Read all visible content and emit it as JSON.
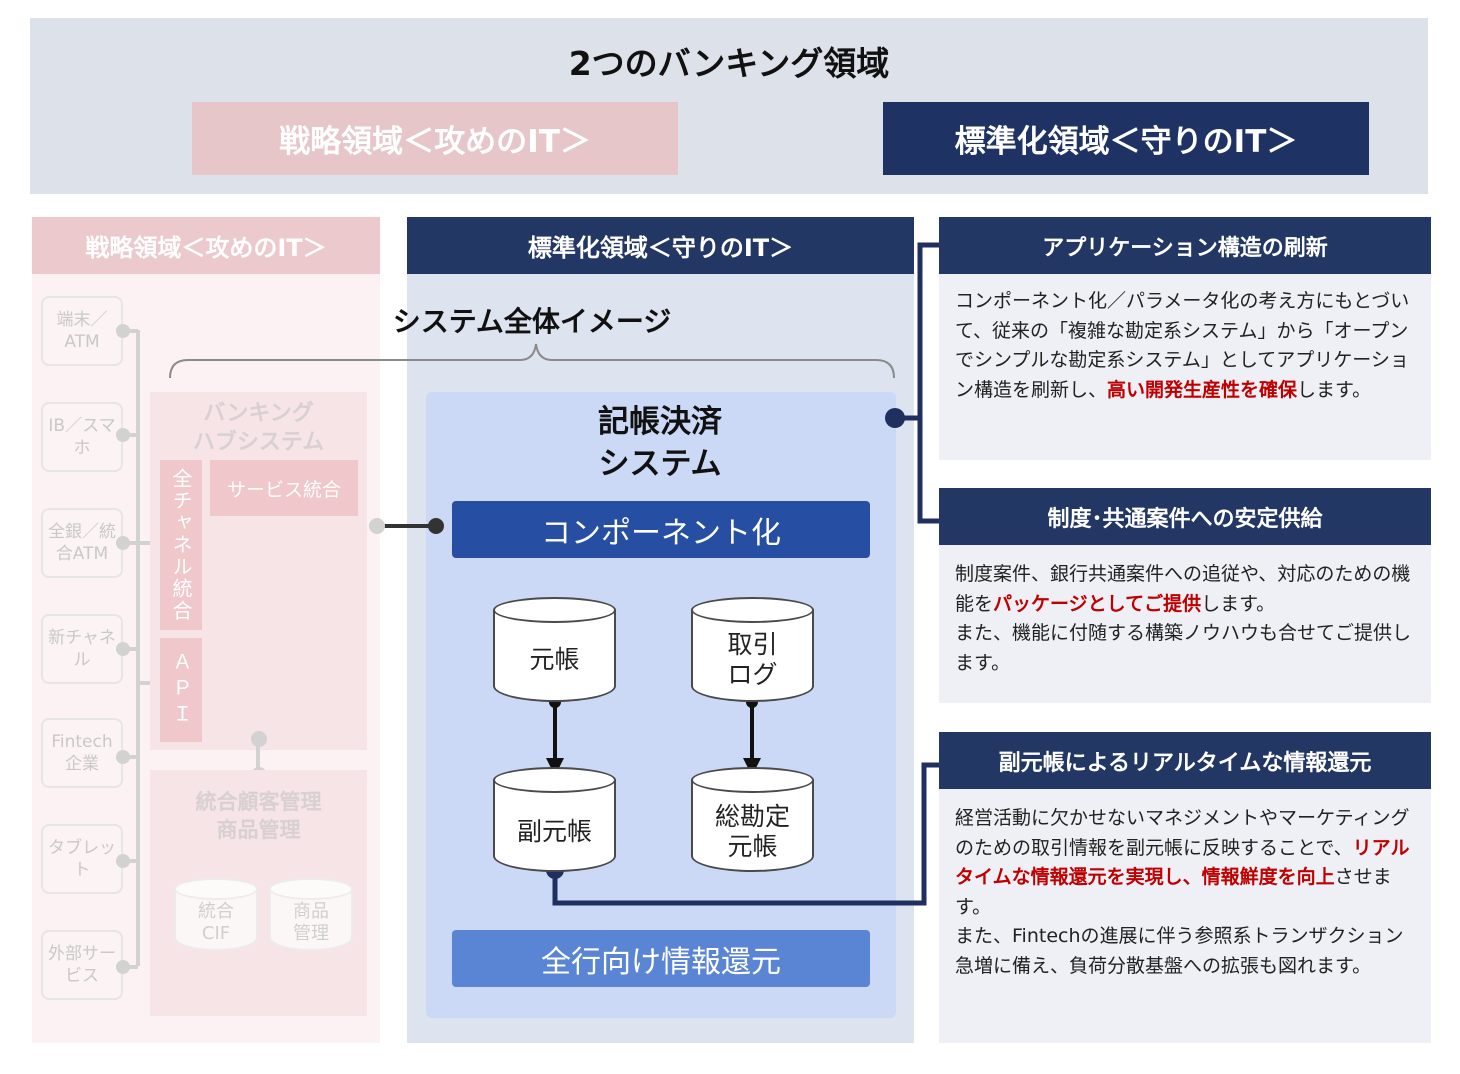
{
  "header": {
    "title": "2つのバンキング領域",
    "strategic_label": "戦略領域＜攻めのIT＞",
    "standard_label": "標準化領域＜守りのIT＞"
  },
  "left_panel": {
    "header": "戦略領域＜攻めのIT＞",
    "channels": [
      "端末／ATM",
      "IB／スマホ",
      "全銀／統合ATM",
      "新チャネル",
      "Fintech企業",
      "タブレット",
      "外部サービス"
    ],
    "hub_title_line1": "バンキング",
    "hub_title_line2": "ハブシステム",
    "all_channel": "全チャネル統合",
    "api": "ＡＰＩ",
    "service_integration": "サービス統合",
    "crm_line1": "統合顧客管理",
    "crm_line2": "商品管理",
    "db_cif_line1": "統合",
    "db_cif_line2": "CIF",
    "db_product_line1": "商品",
    "db_product_line2": "管理"
  },
  "middle_panel": {
    "header": "標準化領域＜守りのIT＞",
    "system_image_title": "システム全体イメージ",
    "settlement_line1": "記帳決済",
    "settlement_line2": "システム",
    "component": "コンポーネント化",
    "ledger": "元帳",
    "trade_log_line1": "取引",
    "trade_log_line2": "ログ",
    "sub_ledger": "副元帳",
    "general_ledger_line1": "総勘定",
    "general_ledger_line2": "元帳",
    "info_return": "全行向け情報還元"
  },
  "right_panel": {
    "s1_title": "アプリケーション構造の刷新",
    "s1_text_a": "コンポーネント化／パラメータ化の考え方にもとづいて、従来の「複雑な勘定系システム」から「オープンでシンプルな勘定系システム」としてアプリケーション構造を刷新し、",
    "s1_text_red": "高い開発生産性を確保",
    "s1_text_b": "します。",
    "s2_title": "制度･共通案件への安定供給",
    "s2_text_a": "制度案件、銀行共通案件への追従や、対応のための機能を",
    "s2_text_red": "パッケージとしてご提供",
    "s2_text_b": "します。",
    "s2_text_c": "また、機能に付随する構築ノウハウも合せてご提供します。",
    "s3_title": "副元帳によるリアルタイムな情報還元",
    "s3_text_a": "経営活動に欠かせないマネジメントやマーケティングのための取引情報を副元帳に反映することで、",
    "s3_text_red": "リアルタイムな情報還元を実現し、情報鮮度を向上",
    "s3_text_b": "させます。",
    "s3_text_c": "また、Fintechの進展に伴う参照系トランザクション急増に備え、負荷分散基盤への拡張も図れます。"
  },
  "colors": {
    "navy": "#233764",
    "strategic_pink": "#e6c6c9",
    "component_blue": "#264ea3",
    "info_blue": "#5a85d5",
    "highlight_red": "#c00000"
  }
}
